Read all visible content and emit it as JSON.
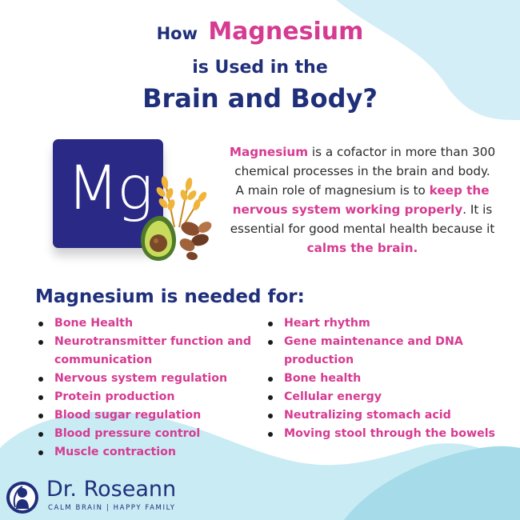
{
  "title": {
    "line1_prefix": "How",
    "line1_accent": "Magnesium",
    "line2": "is Used in the",
    "line3": "Brain and Body?"
  },
  "icon": {
    "symbol": "Mg",
    "name": "magnesium-food-icon"
  },
  "description": {
    "highlight1": "Magnesium",
    "text1": " is a cofactor in more than 300 chemical processes in the brain and body. A main role of magnesium is to ",
    "highlight2": "keep the nervous system working properly",
    "text2": ". It is essential for good mental health because it ",
    "highlight3": "calms the brain."
  },
  "needed_heading": "Magnesium is needed for:",
  "list_left": [
    "Bone Health",
    "Neurotransmitter function and communication",
    "Nervous system regulation",
    "Protein production",
    "Blood sugar regulation",
    "Blood pressure control",
    "Muscle contraction"
  ],
  "list_right": [
    "Heart rhythm",
    "Gene maintenance and DNA production",
    "Bone health",
    "Cellular energy",
    "Neutralizing stomach acid",
    "Moving stool through the bowels"
  ],
  "logo": {
    "name": "Dr. Roseann",
    "tagline": "CALM BRAIN | HAPPY FAMILY"
  },
  "colors": {
    "navy": "#1f2f7a",
    "pink": "#d63b92",
    "light_blue": "#bfe6f2",
    "card": "#2a2a86"
  }
}
